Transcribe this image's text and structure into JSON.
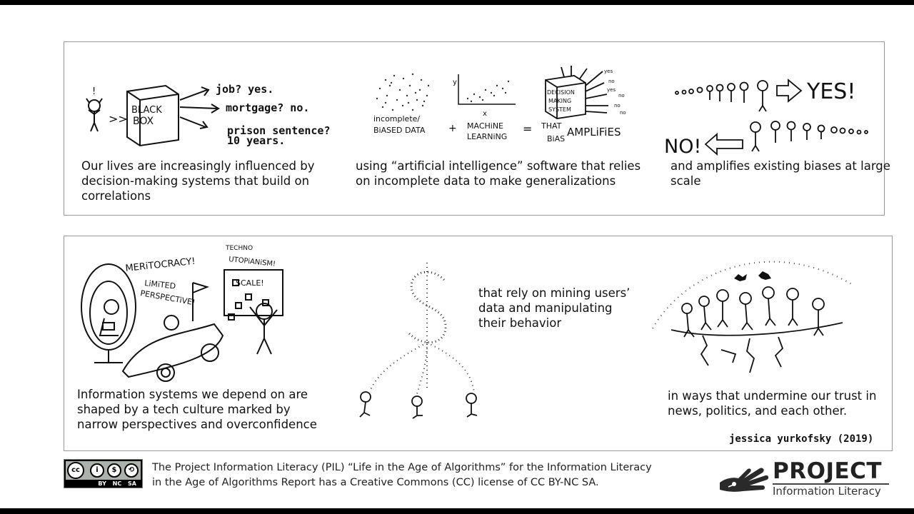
{
  "panels": {
    "top": {
      "captions": [
        "Our lives are increasingly influenced by\ndecision-making systems that build on\ncorrelations",
        "using “artificial intelligence” software that relies\non incomplete data to make generalizations",
        "and amplifies existing biases at large\nscale"
      ],
      "sketch1": {
        "exclaim": "!",
        "arrows": ">>",
        "box_line1": "BLACK",
        "box_line2": "BOX",
        "out1": "job? yes.",
        "out2": "mortgage? no.",
        "out3": "prison sentence?",
        "out4": "10 years."
      },
      "sketch2": {
        "data_label1": "incomplete/",
        "data_label2": "BiASED DATA",
        "plus": "+",
        "axis_y": "y",
        "axis_x": "x",
        "ml1": "MACHiNE",
        "ml2": "LEARNiNG",
        "equals": "=",
        "box1": "DECISION",
        "box2": "MAKING",
        "box3": "SYSTEM",
        "that": "THAT",
        "amplifies": "AMPLiFiES",
        "bias": "BiAS",
        "out_yes1": "yes",
        "out_no1": "no",
        "out_yes2": "yes",
        "out_no2": "no",
        "out_no3": "no",
        "out_no4": "no"
      },
      "sketch3": {
        "yes": "YES!",
        "no": "NO!"
      }
    },
    "bottom": {
      "captions": [
        "Information systems we depend on are\nshaped by a tech culture marked by\nnarrow perspectives and overconfidence",
        "that rely on mining users’\ndata and manipulating\ntheir behavior",
        "in ways that undermine our trust in\nnews, politics, and each other."
      ],
      "sketch1": {
        "meritocracy": "MERiTOCRACY!",
        "limited1": "LiMiTED",
        "limited2": "PERSPECTiVE!",
        "techno1": "TECHNO",
        "techno2": "UTOPiANiSM!",
        "scale": "SCALE!"
      },
      "credit": "jessica yurkofsky (2019)"
    }
  },
  "footer": {
    "license_text": "The Project Information Literacy (PIL) “Life in the Age of Algorithms” for the Information Literacy in the Age of Algorithms Report has a Creative Commons (CC) license of CC BY-NC SA.",
    "cc_badge": {
      "icons": [
        "cc-icon",
        "by-icon",
        "nc-icon",
        "sa-icon"
      ],
      "labels": [
        "BY",
        "NC",
        "SA"
      ],
      "circle_text": [
        "cc",
        "i",
        "$",
        "⟲"
      ]
    },
    "logo": {
      "title": "PROJECT",
      "subtitle": "Information Literacy"
    }
  },
  "colors": {
    "frame": "#9a9a9a",
    "ink": "#111111",
    "letterbox": "#000000",
    "cc_grey": "#aab2ab"
  }
}
